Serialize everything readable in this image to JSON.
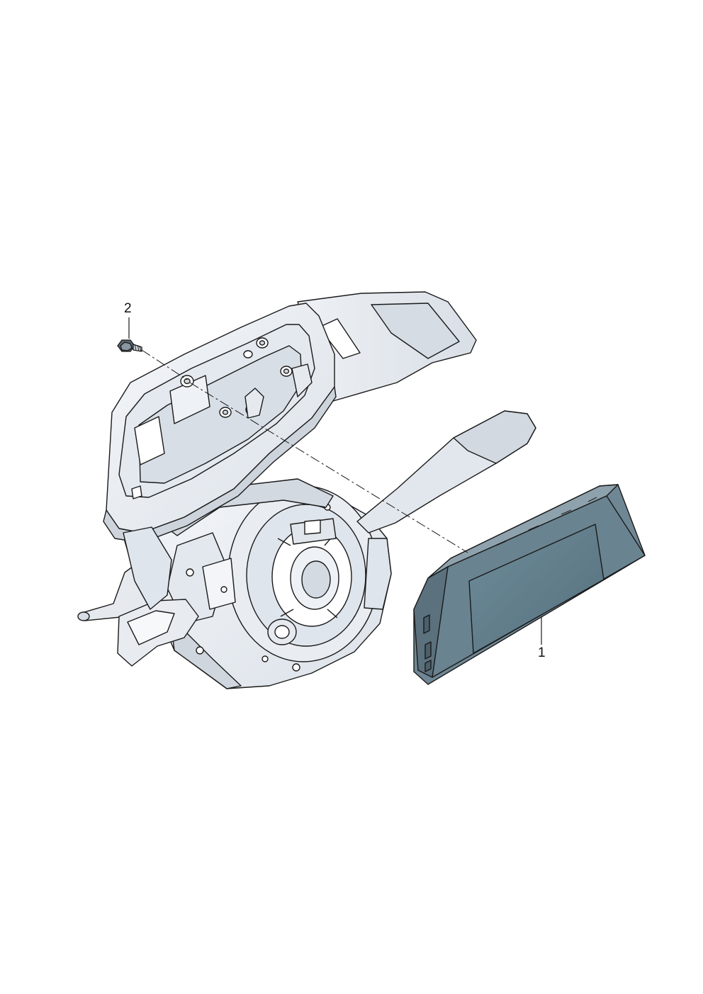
{
  "diagram": {
    "callouts": [
      {
        "id": "1",
        "label": "1",
        "part": "instrument-cluster-display"
      },
      {
        "id": "2",
        "label": "2",
        "part": "screw"
      }
    ]
  },
  "colors": {
    "background": "#ffffff",
    "housing_fill": "#eef1f5",
    "housing_shade": "#d7dde5",
    "housing_dark": "#b8c1cc",
    "outline": "#1a1a1a",
    "display_frame": "#6d8593",
    "display_screen": "#5f7f8e",
    "display_bezel": "#7c93a0"
  }
}
